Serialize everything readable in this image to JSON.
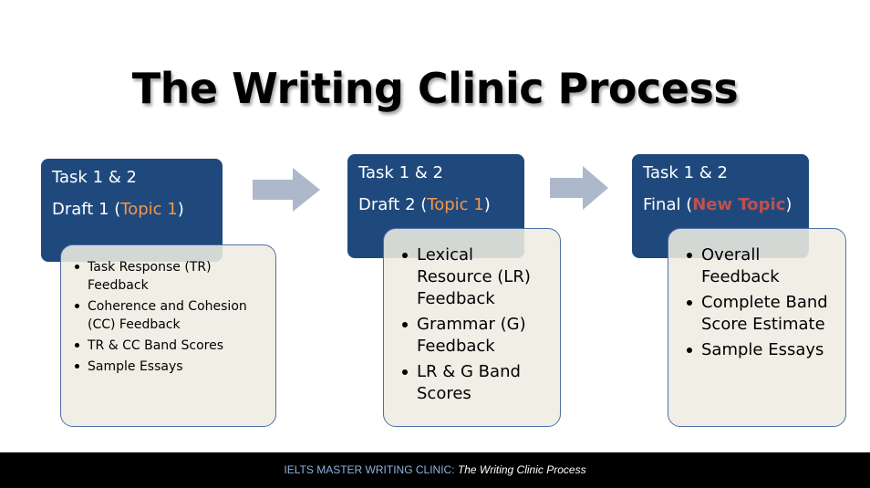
{
  "title": "The Writing Clinic Process",
  "colors": {
    "heading_box": "#1f497d",
    "detail_box": "#eeece1",
    "arrow": "#aeb8cb",
    "topic_highlight": "#f79646",
    "new_topic_highlight": "#c0504d"
  },
  "stages": [
    {
      "line1": "Task 1 & 2",
      "line2_prefix": "Draft 1 (",
      "line2_highlight": "Topic 1",
      "line2_suffix": ")",
      "items": [
        "Task Response (TR) Feedback",
        "Coherence and Cohesion (CC) Feedback",
        "TR & CC Band Scores",
        "Sample Essays"
      ]
    },
    {
      "line1": "Task 1 & 2",
      "line2_prefix": "Draft 2 (",
      "line2_highlight": "Topic 1",
      "line2_suffix": ")",
      "items": [
        "Lexical Resource (LR) Feedback",
        "Grammar (G) Feedback",
        "LR & G Band Scores"
      ]
    },
    {
      "line1": "Task 1 & 2",
      "line2_prefix": "Final (",
      "line2_highlight": "New Topic",
      "line2_suffix": ")",
      "items": [
        "Overall Feedback",
        "Complete Band Score Estimate",
        "Sample Essays"
      ]
    }
  ],
  "footer": {
    "label": "IELTS MASTER WRITING CLINIC:",
    "title": "The Writing Clinic Process"
  }
}
